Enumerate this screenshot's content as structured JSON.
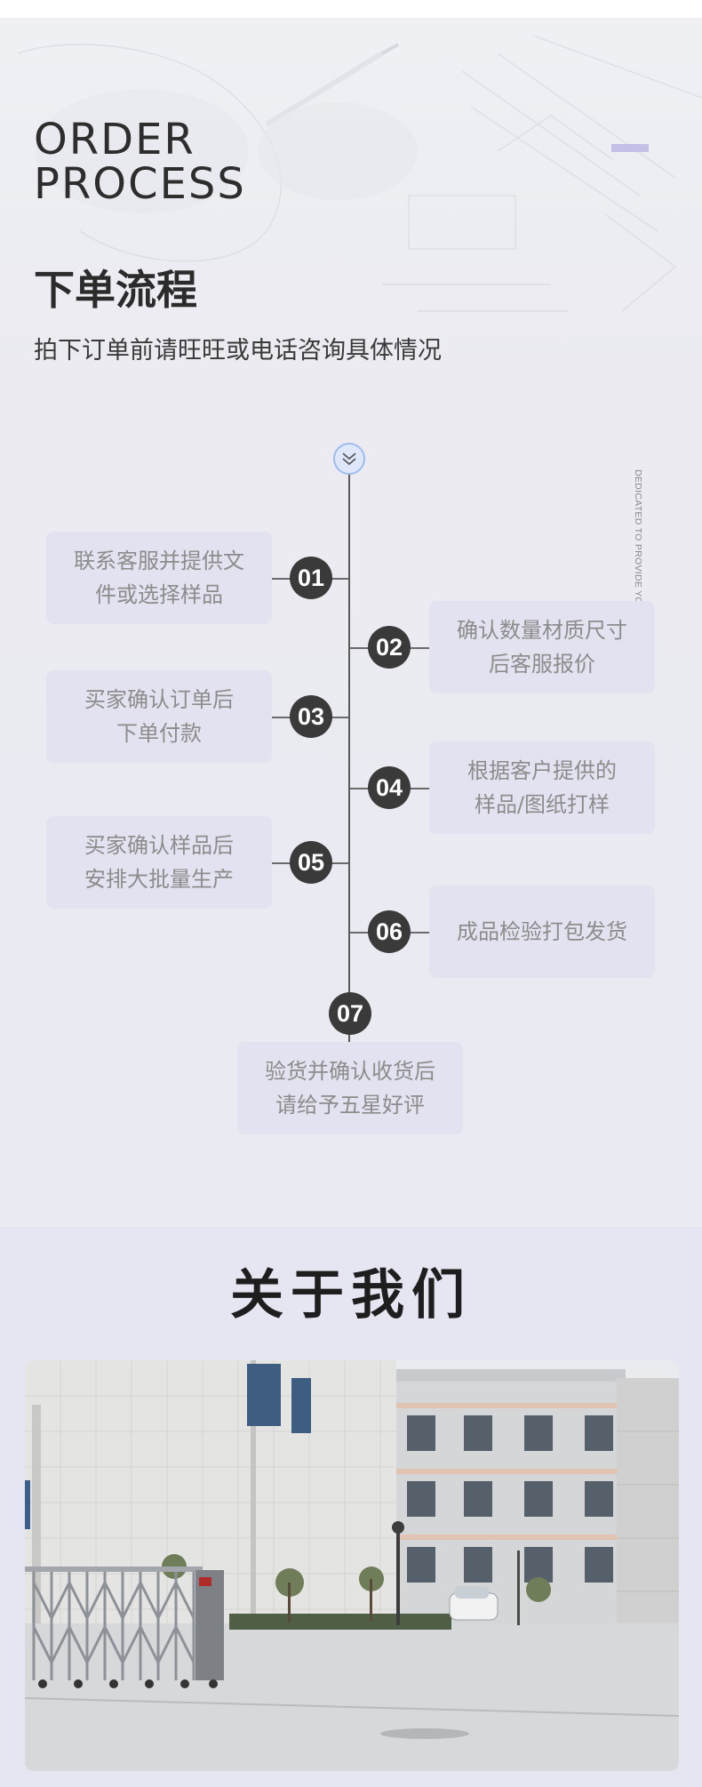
{
  "header": {
    "en_title_line1": "ORDER",
    "en_title_line2": "PROCESS",
    "cn_title": "下单流程",
    "subtitle": "拍下订单前请旺旺或电话咨询具体情况",
    "vertical_tag": "DEDICATED TO PROVIDE YOU WITH BETTER"
  },
  "timeline": {
    "steps": [
      {
        "number": "01",
        "text_line1": "联系客服并提供文",
        "text_line2": "件或选择样品",
        "side": "left"
      },
      {
        "number": "02",
        "text_line1": "确认数量材质尺寸",
        "text_line2": "后客服报价",
        "side": "right"
      },
      {
        "number": "03",
        "text_line1": "买家确认订单后",
        "text_line2": "下单付款",
        "side": "left"
      },
      {
        "number": "04",
        "text_line1": "根据客户提供的",
        "text_line2": "样品/图纸打样",
        "side": "right"
      },
      {
        "number": "05",
        "text_line1": "买家确认样品后",
        "text_line2": "安排大批量生产",
        "side": "left"
      },
      {
        "number": "06",
        "text_line1": "成品检验打包发货",
        "text_line2": "",
        "side": "right"
      },
      {
        "number": "07",
        "text_line1": "验货并确认收货后",
        "text_line2": "请给予五星好评",
        "side": "bottom"
      }
    ]
  },
  "about": {
    "title": "关于我们"
  },
  "colors": {
    "accent": "#c3bfe6",
    "step_box": "#e3e2f0",
    "step_badge": "#3a3a3a",
    "chevron_ring": "#9dbcf2"
  },
  "icons": {
    "top_marker": "chevron-down-icon"
  }
}
